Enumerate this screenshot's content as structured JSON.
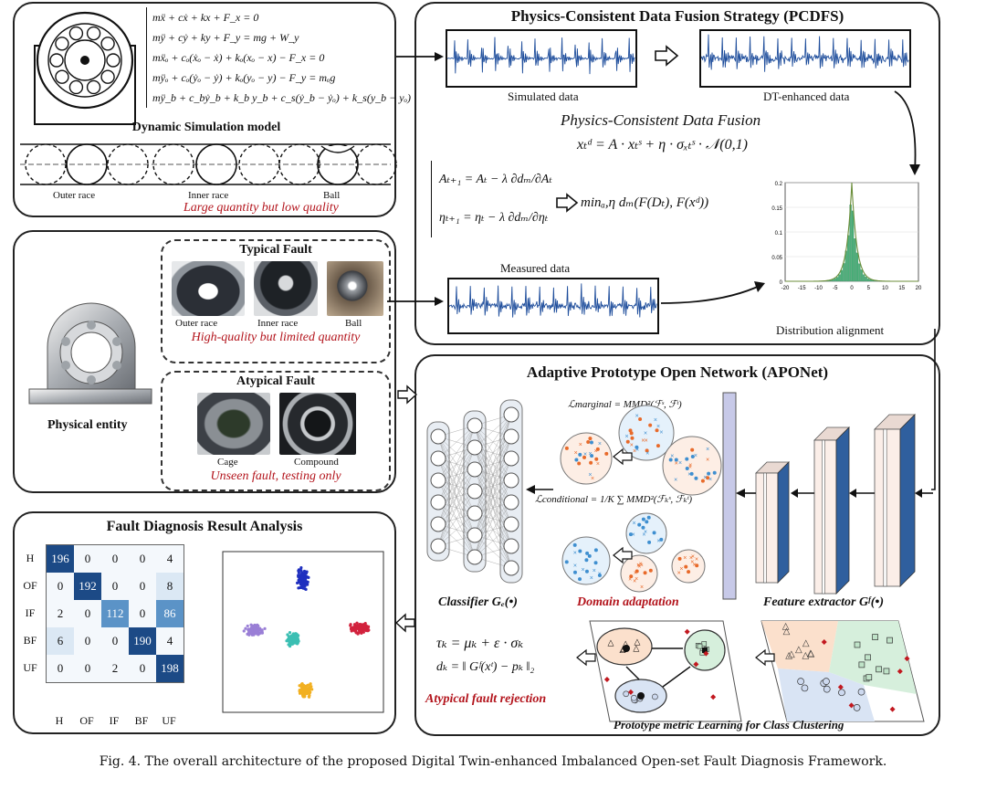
{
  "sim_panel": {
    "equations": [
      "mẍ + cẋ + kx + F_x = 0",
      "mÿ + cẏ + ky + F_y = mg + W_y",
      "mẍₒ + cₒ(ẋₒ − ẋ) + kₒ(xₒ − x) − F_x = 0",
      "mÿₒ + cₒ(ẏₒ − ẏ) + kₒ(yₒ − y) − F_y = mₒg",
      "mÿ_b + c_bẏ_b + k_b y_b + c_s(ẏ_b − ẏₒ) + k_s(y_b − yₒ) = m_b g"
    ],
    "title": "Dynamic Simulation model",
    "race_labels": [
      "Outer race",
      "Inner race",
      "Ball"
    ],
    "note": "Large quantity but low quality"
  },
  "entity_panel": {
    "entity_label": "Physical entity",
    "typical_title": "Typical Fault",
    "typical_labels": [
      "Outer race",
      "Inner race",
      "Ball"
    ],
    "typical_note": "High-quality but limited quantity",
    "atypical_title": "Atypical Fault",
    "atypical_labels": [
      "Cage",
      "Compound"
    ],
    "atypical_note": "Unseen fault, testing only"
  },
  "pcdfs": {
    "title": "Physics-Consistent Data Fusion Strategy (PCDFS)",
    "simulated_label": "Simulated data",
    "dt_label": "DT-enhanced data",
    "fusion_title": "Physics-Consistent Data Fusion",
    "fusion_eq": "xₜᵈ = A · xₜˢ + η · σₓₜˢ · 𝒩(0,1)",
    "update_A": "Aₜ₊₁ = Aₜ − λ ∂dₘ/∂Aₜ",
    "update_eta": "ηₜ₊₁ = ηₜ − λ ∂dₘ/∂ηₜ",
    "min_eq": "minₐ,η dₘ(F(Dₜ), F(xᵈ))",
    "measured_label": "Measured data",
    "distribution_label": "Distribution alignment",
    "hist_yticks": [
      "0.2",
      "0.15",
      "0.1",
      "0.05",
      "0"
    ],
    "hist_xticks": [
      "-20",
      "-15",
      "-10",
      "-5",
      "0",
      "5",
      "10",
      "15",
      "20"
    ]
  },
  "result_panel": {
    "title": "Fault Diagnosis Result Analysis",
    "classes": [
      "H",
      "OF",
      "IF",
      "BF",
      "UF"
    ],
    "matrix": [
      [
        196,
        0,
        0,
        0,
        4
      ],
      [
        0,
        192,
        0,
        0,
        8
      ],
      [
        2,
        0,
        112,
        0,
        86
      ],
      [
        6,
        0,
        0,
        190,
        4
      ],
      [
        0,
        0,
        2,
        0,
        198
      ]
    ]
  },
  "aponet": {
    "title": "Adaptive Prototype Open Network (APONet)",
    "marginal_eq": "ℒmarginal = MMD²(ℱˢ, ℱᵗ)",
    "conditional_eq": "ℒconditional = 1/K ∑ MMD²(ℱₖˢ, ℱₖᵗ)",
    "classifier_label": "Classifier Gₑ(•)",
    "domain_label": "Domain adaptation",
    "feature_label": "Feature extractor Gᶠ(•)",
    "tau_eq": "τₖ = μₖ + ε · σₖ",
    "d_eq": "dₖ = ‖ Gᶠ(xᵗ) − pₖ ‖₂",
    "rejection_label": "Atypical fault rejection",
    "prototype_label": "Prototype metric Learning for Class Clustering"
  },
  "caption": "Fig. 4.  The overall architecture of the proposed Digital Twin-enhanced Imbalanced Open-set Fault Diagnosis Framework.",
  "colors": {
    "signal": "#1f4e9c",
    "red_note": "#b3141c",
    "matrix_dark": "#1c4a86",
    "hist": "#4caf7a"
  }
}
